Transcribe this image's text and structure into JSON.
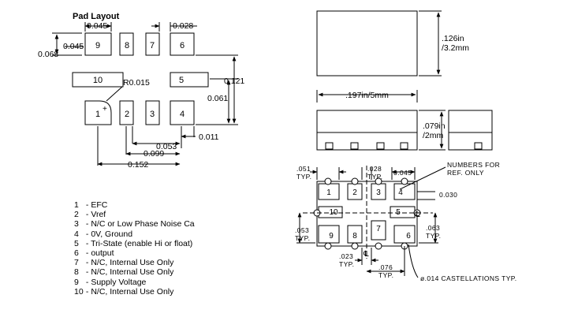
{
  "pad_layout": {
    "title": "Pad Layout",
    "pads": [
      "1",
      "2",
      "3",
      "4",
      "5",
      "6",
      "7",
      "8",
      "9",
      "10"
    ],
    "dims": {
      "pitch_top": "0.045",
      "gap_top": "0.028",
      "pad_height": "0.068",
      "pad_width": "0.045",
      "corner_radius": "R0.015",
      "span_121": "0.121",
      "span_061": "0.061",
      "d_011": "0.011",
      "d_053": "0.053",
      "d_099": "0.099",
      "d_152": "0.152"
    }
  },
  "legend": [
    {
      "num": "1",
      "desc": "- EFC"
    },
    {
      "num": "2",
      "desc": "- Vref"
    },
    {
      "num": "3",
      "desc": "- N/C or Low Phase Noise Ca"
    },
    {
      "num": "4",
      "desc": "- 0V, Ground"
    },
    {
      "num": "5",
      "desc": "- Tri-State (enable Hi or float)"
    },
    {
      "num": "6",
      "desc": "- output"
    },
    {
      "num": "7",
      "desc": "- N/C, Internal Use Only"
    },
    {
      "num": "8",
      "desc": "- N/C, Internal Use Only"
    },
    {
      "num": "9",
      "desc": "- Supply Voltage"
    },
    {
      "num": "10",
      "desc": "- N/C, Internal Use Only"
    }
  ],
  "top_view": {
    "height_in": ".126in",
    "height_mm": "/3.2mm",
    "width_label": ".197in/5mm"
  },
  "side_view": {
    "height_in": ".079in",
    "height_mm": "/2mm"
  },
  "bottom_view": {
    "d051": ".051",
    "d051_typ": "TYP.",
    "d028": ".028",
    "d028_typ": "TYP.",
    "d045": "0.045",
    "note1": "NUMBERS FOR",
    "note2": "REF. ONLY",
    "d030": "0.030",
    "d053": ".053",
    "d053_typ": "TYP.",
    "d063": ".063",
    "d063_typ": "TYP.",
    "d023": ".023",
    "d023_typ": "TYP.",
    "d076": ".076",
    "d076_typ": "TYP.",
    "castellations": "ø.014 CASTELLATIONS TYP.",
    "cl": "℄"
  }
}
